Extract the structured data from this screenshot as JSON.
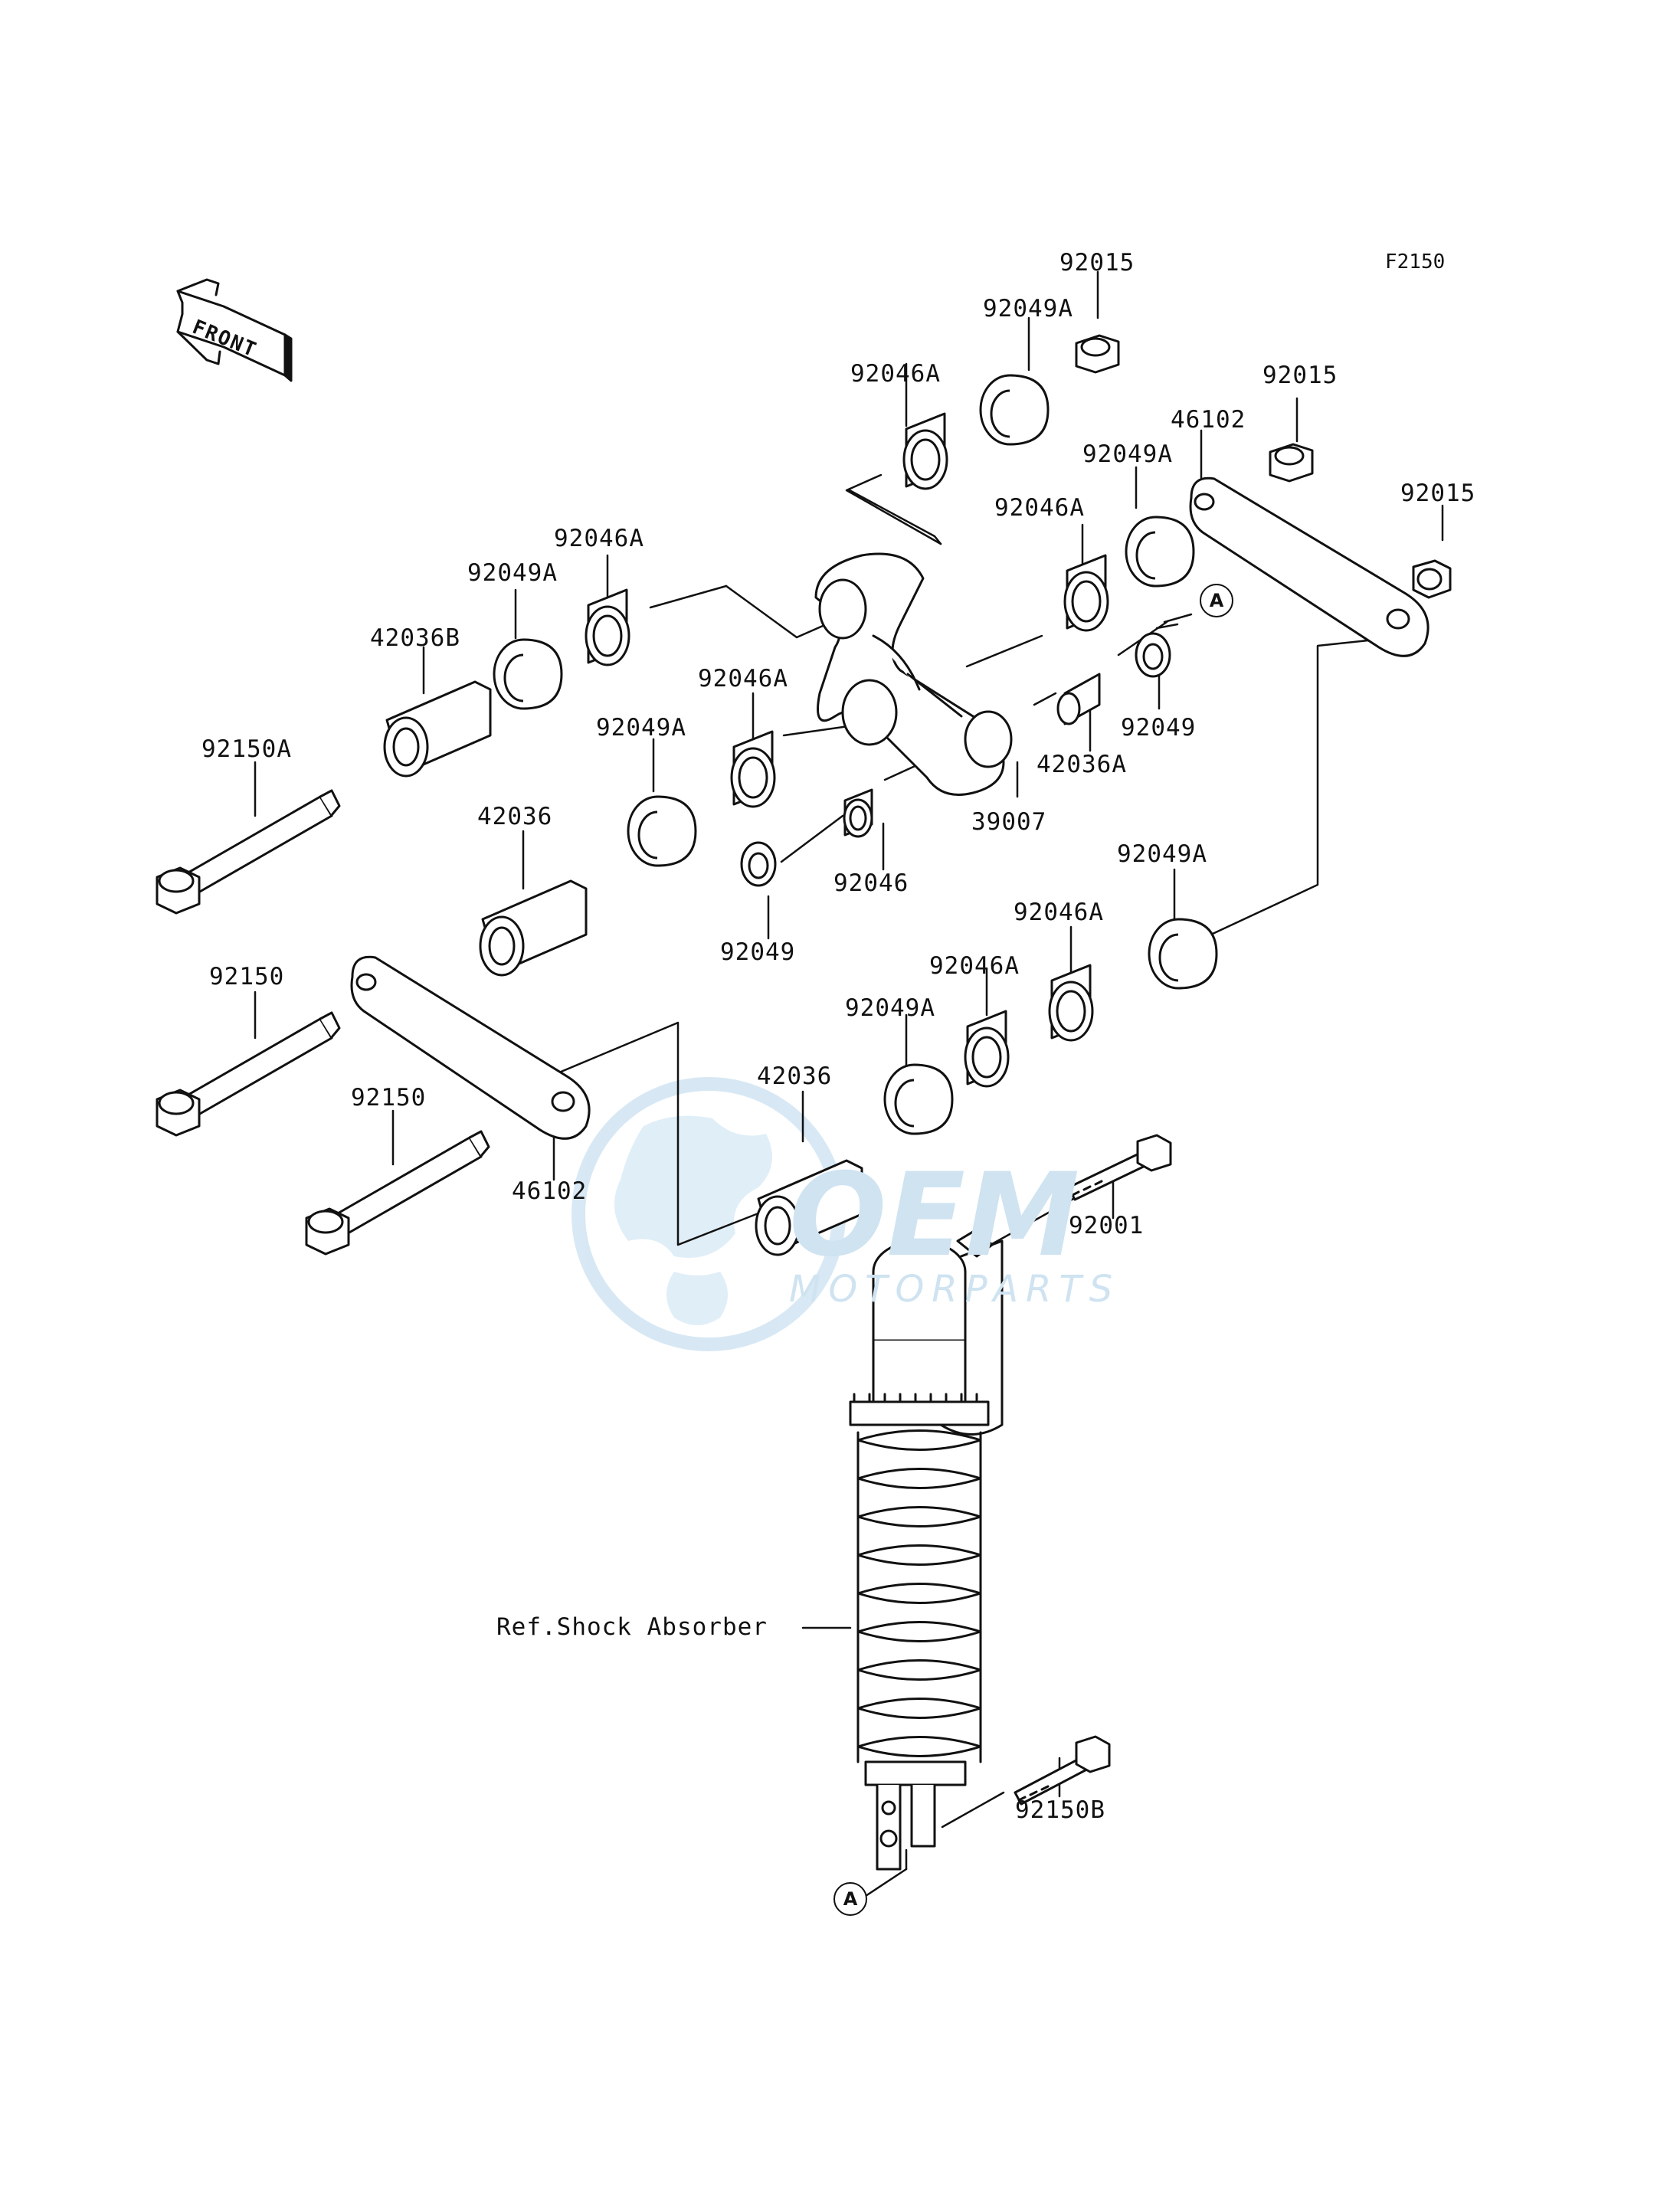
{
  "diagram_code": "F2150",
  "front_marker": "FRONT",
  "ref_circle": "A",
  "watermark": {
    "main": "OEM",
    "sub": "MOTORPARTS"
  },
  "labels": {
    "p92015_top": "92015",
    "p92049A_1": "92049A",
    "p92046A_1": "92046A",
    "p92015_mid": "92015",
    "p46102_top": "46102",
    "p92049A_2": "92049A",
    "p92015_right": "92015",
    "p92046A_2": "92046A",
    "p92046A_3": "92046A",
    "p92049A_3": "92049A",
    "p42036B": "42036B",
    "p92046A_4": "92046A",
    "p92049A_4": "92049A",
    "p92049_r": "92049",
    "p42036A": "42036A",
    "p92150A": "92150A",
    "p39007": "39007",
    "p42036_1": "42036",
    "p92046": "92046",
    "p92049A_5": "92049A",
    "p92049_l": "92049",
    "p92046A_5": "92046A",
    "p92150_1": "92150",
    "p92046A_6": "92046A",
    "p92049A_6": "92049A",
    "p42036_2": "42036",
    "p92150_2": "92150",
    "p46102_bot": "46102",
    "p92001": "92001",
    "ref_shock": "Ref.Shock Absorber",
    "p92150B": "92150B"
  }
}
